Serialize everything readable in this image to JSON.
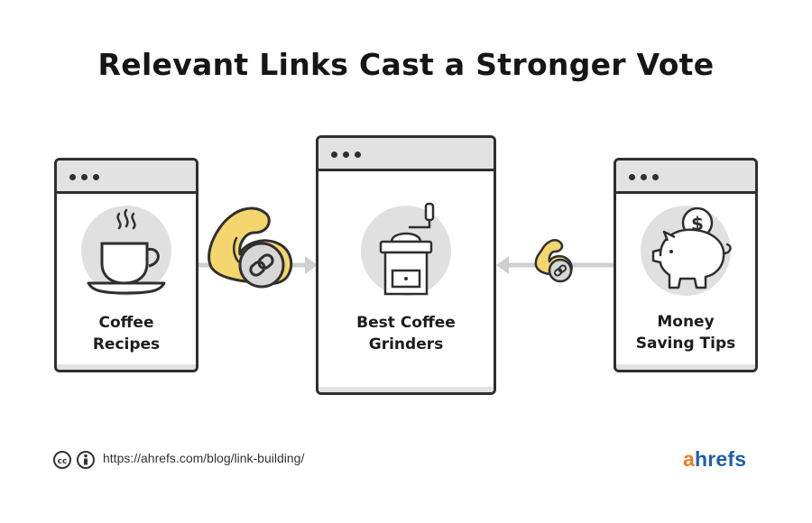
{
  "title": "Relevant Links Cast a Stronger Vote",
  "pages": {
    "left": {
      "line1": "Coffee",
      "line2": "Recipes",
      "icon": "coffee-cup-icon"
    },
    "center": {
      "line1": "Best Coffee",
      "line2": "Grinders",
      "icon": "coffee-grinder-icon"
    },
    "right": {
      "line1": "Money",
      "line2": "Saving Tips",
      "icon": "piggy-bank-icon"
    }
  },
  "links": {
    "strong": {
      "icon": "strong-bicep-link-icon",
      "strength": "strong"
    },
    "weak": {
      "icon": "weak-bicep-link-icon",
      "strength": "weak"
    }
  },
  "footer": {
    "url": "https://ahrefs.com/blog/link-building/",
    "license_icons": [
      "creative-commons-icon",
      "attribution-icon"
    ],
    "logo": {
      "prefix": "a",
      "rest": "hrefs",
      "prefix_color": "#f47a20",
      "rest_color": "#1f5fa8"
    }
  },
  "colors": {
    "outline": "#2f2f2f",
    "chrome": "#e2e2e2",
    "icon_bg": "#e0e0e0",
    "arrow": "#cfcfcf",
    "arm": "#f5d66e"
  }
}
